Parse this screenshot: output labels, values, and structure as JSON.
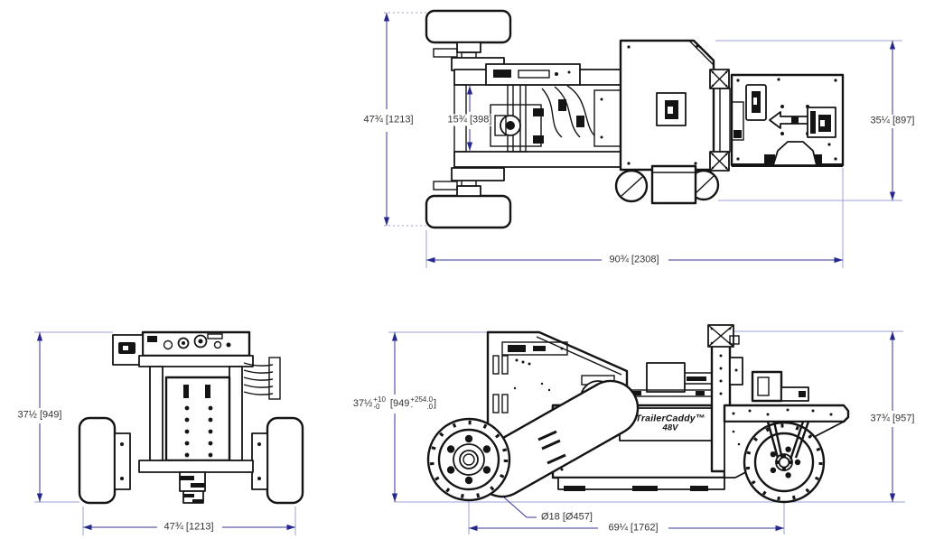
{
  "drawing": {
    "brand": {
      "name": "TrailerCaddy™",
      "model": "48V"
    },
    "colors": {
      "dim_line": "#34349c",
      "ext_line": "#9aa2d4",
      "arrow": "#26268c",
      "dim_text": "#333333",
      "line_art": "#141414"
    },
    "top_view": {
      "dim_overall_width": "47¾ [1213]",
      "dim_frame_gap": "15¾ [398]",
      "dim_platform_length": "35¼ [897]",
      "dim_overall_length": "90¾ [2308]"
    },
    "front_view": {
      "dim_height": "37½ [949]",
      "dim_overall_width": "47¾ [1213]"
    },
    "side_view": {
      "dim_overall_height": "37¾ [957]",
      "dim_wheel_diameter": "Ø18 [Ø457]",
      "dim_wheelbase": "69¼ [1762]",
      "dim_handle_height": {
        "in_nominal": "37½",
        "in_plus": "+10",
        "in_minus": "-0",
        "mm_open": "[949",
        "mm_plus": "+254.0",
        "mm_minus_sign": "-",
        "mm_minus_val": ".0",
        "mm_close": "]"
      }
    }
  }
}
